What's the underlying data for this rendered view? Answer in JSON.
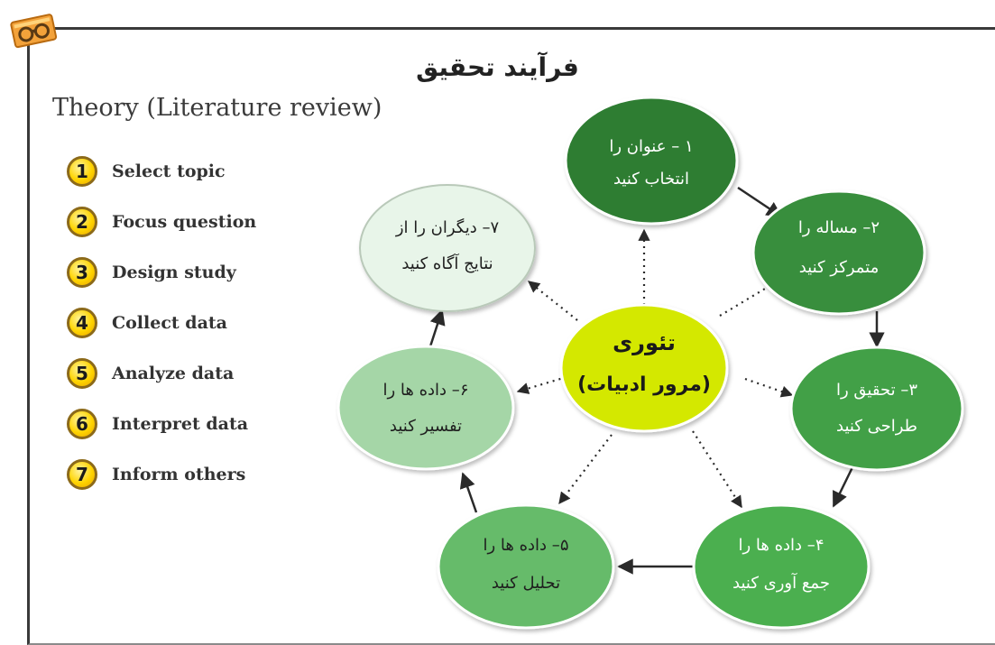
{
  "title": "فرآیند تحقیق",
  "subtitle": "Theory (Literature review)",
  "steps": [
    {
      "num": "1",
      "label": "Select topic"
    },
    {
      "num": "2",
      "label": "Focus question"
    },
    {
      "num": "3",
      "label": "Design study"
    },
    {
      "num": "4",
      "label": "Collect data"
    },
    {
      "num": "5",
      "label": "Analyze data"
    },
    {
      "num": "6",
      "label": "Interpret data"
    },
    {
      "num": "7",
      "label": "Inform others"
    }
  ],
  "center": {
    "line1": "تئوری",
    "line2": "(مرور ادبیات)"
  },
  "nodes": [
    {
      "line1": "۱ – عنوان را",
      "line2": "انتخاب کنید"
    },
    {
      "line1": "۲– مساله را",
      "line2": "متمرکز کنید"
    },
    {
      "line1": "۳– تحقیق را",
      "line2": "طراحی کنید"
    },
    {
      "line1": "۴– داده ها را",
      "line2": "جمع آوری کنید"
    },
    {
      "line1": "۵– داده ها را",
      "line2": "تحلیل کنید"
    },
    {
      "line1": "۶– داده ها را",
      "line2": "تفسیر کنید"
    },
    {
      "line1": "۷– دیگران را از",
      "line2": "نتایج آگاه کنید"
    }
  ],
  "colors": {
    "node1": "#2e7d32",
    "node2": "#388e3c",
    "node3": "#43a047",
    "node4": "#4caf50",
    "node5": "#66bb6a",
    "node6": "#a5d6a7",
    "node7": "#e8f5e9",
    "center": "#d4e800"
  }
}
